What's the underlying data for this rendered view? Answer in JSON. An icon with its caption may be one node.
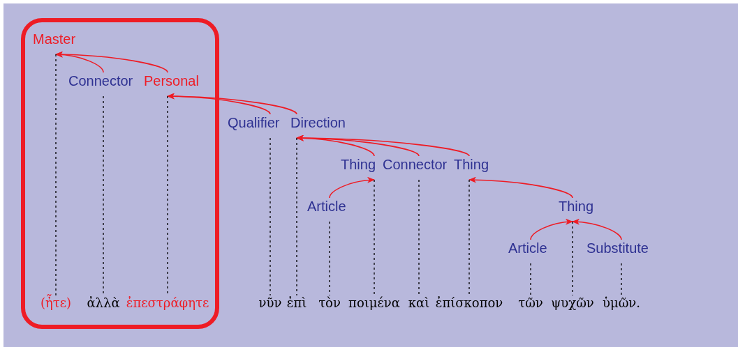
{
  "diagram": {
    "nodes": [
      {
        "text": [],
        "shape": "box"
      },
      {
        "text": [
          "Master"
        ],
        "in": 0
      },
      {
        "text": [
          "Connector"
        ],
        "in": 0
      },
      {
        "text": [
          "Personal"
        ],
        "in": 0
      },
      {
        "text": [
          "Qualifier"
        ]
      },
      {
        "text": [
          "Direction"
        ]
      },
      {
        "text": [
          "Thing"
        ]
      },
      {
        "text": [
          "Connector"
        ]
      },
      {
        "text": [
          "Thing"
        ]
      },
      {
        "text": [
          "Article"
        ]
      },
      {
        "text": [
          "Thing"
        ]
      },
      {
        "text": [
          "Article"
        ]
      },
      {
        "text": [
          "Substitute"
        ]
      },
      {
        "text": [
          "(ἦτε)"
        ],
        "in": 0
      },
      {
        "text": [
          "ἀλλὰ"
        ],
        "in": 0
      },
      {
        "text": [
          "ἐπεστράφητε"
        ],
        "in": 0
      },
      {
        "text": [
          "νῦν"
        ]
      },
      {
        "text": [
          "ἐπὶ"
        ]
      },
      {
        "text": [
          "τὸν"
        ]
      },
      {
        "text": [
          "ποιμένα"
        ]
      },
      {
        "text": [
          "καὶ"
        ]
      },
      {
        "text": [
          "ἐπίσκοπον"
        ]
      },
      {
        "text": [
          "τῶν"
        ]
      },
      {
        "text": [
          "ψυχῶν"
        ]
      },
      {
        "text": [
          "ὑμῶν."
        ]
      }
    ],
    "edges": [
      {
        "from": 2,
        "to": 1,
        "arrow": "to",
        "color": "#ee1c25"
      },
      {
        "from": 3,
        "to": 1,
        "arrow": "to",
        "color": "#ee1c25"
      },
      {
        "from": 4,
        "to": 3,
        "arrow": "to",
        "color": "#ee1c25"
      },
      {
        "from": 5,
        "to": 3,
        "arrow": "to",
        "color": "#ee1c25"
      },
      {
        "from": 6,
        "to": 5,
        "arrow": "to",
        "color": "#ee1c25"
      },
      {
        "from": 7,
        "to": 5,
        "arrow": "to",
        "color": "#ee1c25"
      },
      {
        "from": 8,
        "to": 5,
        "arrow": "to",
        "color": "#ee1c25"
      },
      {
        "from": 9,
        "to": 6,
        "arrow": "to",
        "color": "#ee1c25"
      },
      {
        "from": 10,
        "to": 8,
        "arrow": "to",
        "color": "#ee1c25"
      },
      {
        "from": 11,
        "to": 10,
        "arrow": "to",
        "color": "#ee1c25"
      },
      {
        "from": 12,
        "to": 10,
        "arrow": "to",
        "color": "#ee1c25"
      },
      {
        "from": 1,
        "to": 13,
        "arrow": "none",
        "style": "dashed"
      },
      {
        "from": 2,
        "to": 14,
        "arrow": "none",
        "style": "dashed"
      },
      {
        "from": 3,
        "to": 15,
        "arrow": "none",
        "style": "dashed"
      },
      {
        "from": 4,
        "to": 16,
        "arrow": "none",
        "style": "dashed"
      },
      {
        "from": 5,
        "to": 17,
        "arrow": "none",
        "style": "dashed"
      },
      {
        "from": 9,
        "to": 18,
        "arrow": "none",
        "style": "dashed"
      },
      {
        "from": 6,
        "to": 19,
        "arrow": "none",
        "style": "dashed"
      },
      {
        "from": 7,
        "to": 20,
        "arrow": "none",
        "style": "dashed"
      },
      {
        "from": 8,
        "to": 21,
        "arrow": "none",
        "style": "dashed"
      },
      {
        "from": 11,
        "to": 22,
        "arrow": "none",
        "style": "dashed"
      },
      {
        "from": 10,
        "to": 23,
        "arrow": "none",
        "style": "dashed"
      },
      {
        "from": 12,
        "to": 24,
        "arrow": "none",
        "style": "dashed"
      }
    ]
  }
}
